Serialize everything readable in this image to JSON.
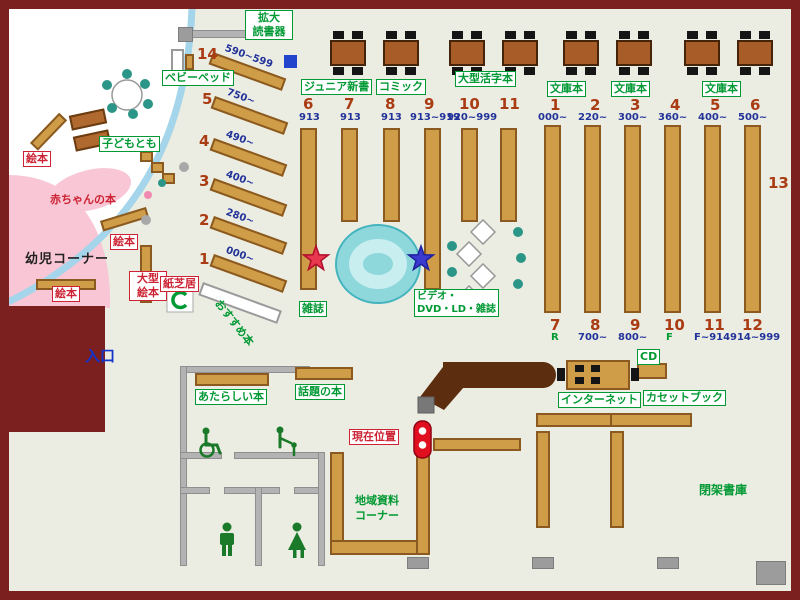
{
  "top_area": {
    "kakudai_line1": "拡大",
    "kakudai_line2": "読書器",
    "junior_shinsho": "ジュニア新書",
    "comic": "コミック",
    "ogata_katsuji": "大型活字本",
    "bunko_1": "文庫本",
    "bunko_2": "文庫本",
    "bunko_3": "文庫本"
  },
  "children_area": {
    "baby_bed": "ベビーベッド",
    "kodomo_tomo": "子どもとも",
    "ehon_1": "絵本",
    "ehon_2": "絵本",
    "ehon_3": "絵本",
    "akachan_books": "赤ちゃんの本",
    "yoji_corner": "幼児コーナー",
    "ogata_ehon_line1": "大型",
    "ogata_ehon_line2": "絵本",
    "kamishibai": "紙芝居"
  },
  "diagonal_shelves": [
    {
      "num": "14",
      "range": "590~599"
    },
    {
      "num": "5",
      "range": "750~"
    },
    {
      "num": "4",
      "range": "490~"
    },
    {
      "num": "3",
      "range": "400~"
    },
    {
      "num": "2",
      "range": "280~"
    },
    {
      "num": "1",
      "range": "000~"
    }
  ],
  "middle_shelves": [
    {
      "num": "6",
      "range": "913"
    },
    {
      "num": "7",
      "range": "913"
    },
    {
      "num": "8",
      "range": "913"
    },
    {
      "num": "9",
      "range": "913~919"
    },
    {
      "num": "10",
      "range": "920~999"
    },
    {
      "num": "11",
      "range": ""
    }
  ],
  "right_top_shelves": [
    {
      "num": "1",
      "range": "000~"
    },
    {
      "num": "2",
      "range": "220~"
    },
    {
      "num": "3",
      "range": "300~"
    },
    {
      "num": "4",
      "range": "360~"
    },
    {
      "num": "5",
      "range": "400~"
    },
    {
      "num": "6",
      "range": "500~"
    }
  ],
  "right_bottom_shelves": [
    {
      "num": "7",
      "range": "R"
    },
    {
      "num": "8",
      "range": "700~"
    },
    {
      "num": "9",
      "range": "800~"
    },
    {
      "num": "10",
      "range": "F"
    },
    {
      "num": "11",
      "range": "F~914"
    },
    {
      "num": "12",
      "range": "914~999"
    }
  ],
  "shelf_13": "13",
  "center_area": {
    "zasshi": "雑誌",
    "video_line1": "ビデオ・",
    "video_line2": "DVD・LD・雑誌",
    "osusume": "おすすめ本"
  },
  "south_area": {
    "entrance": "入口",
    "new_books": "あたらしい本",
    "topic_books": "話題の本",
    "current_location": "現在位置",
    "chiiki_line1": "地域資料",
    "chiiki_line2": "コーナー",
    "internet": "インターネット",
    "cd": "CD",
    "cassette_book": "カセットブック",
    "closed_stacks": "閉架書庫"
  },
  "colors": {
    "frame": "#7b1f1f",
    "floor": "#ecede2",
    "shelf_tan": "#cf9c47",
    "green_label": "#009933",
    "red_label": "#cc2233",
    "range_navy": "#223399",
    "number_maroon": "#aa3c14",
    "entrance_blue": "#1133cc",
    "pink_area": "#f8c6d4",
    "arc_blue": "#a5d5ea",
    "teal_chair": "#2b9688",
    "star_red": "#e8384f",
    "star_blue": "#3b3bd1",
    "oval_cyan": "#8ed8dc"
  }
}
